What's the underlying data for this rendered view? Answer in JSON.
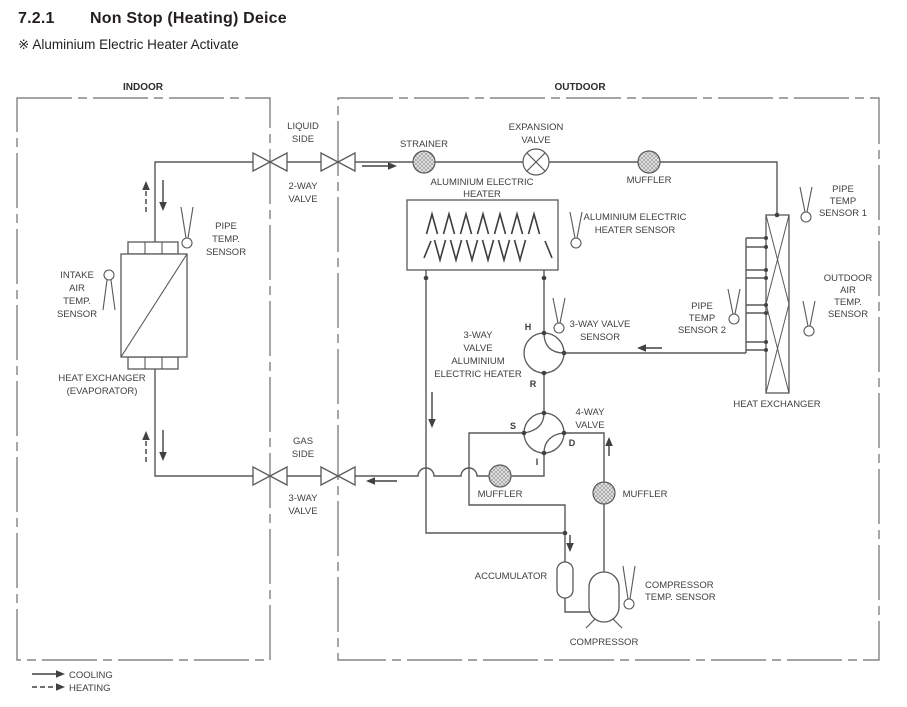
{
  "page": {
    "title_number": "7.2.1",
    "title": "Non Stop (Heating) Deice",
    "subtitle": "※ Aluminium Electric Heater Activate"
  },
  "sections": {
    "indoor": "INDOOR",
    "outdoor": "OUTDOOR"
  },
  "labels": {
    "liquid_side": [
      "LIQUID",
      "SIDE"
    ],
    "two_way_valve": [
      "2-WAY",
      "VALVE"
    ],
    "gas_side": [
      "GAS",
      "SIDE"
    ],
    "three_way_valve": [
      "3-WAY",
      "VALVE"
    ],
    "strainer": "STRAINER",
    "expansion_valve": [
      "EXPANSION",
      "VALVE"
    ],
    "muffler": "MUFFLER",
    "aluminium_electric_heater": [
      "ALUMINIUM ELECTRIC",
      "HEATER"
    ],
    "aluminium_electric_heater_sensor": [
      "ALUMINIUM ELECTRIC",
      "HEATER SENSOR"
    ],
    "pipe_temp_sensor_indoor": [
      "PIPE",
      "TEMP.",
      "SENSOR"
    ],
    "intake_air_temp_sensor": [
      "INTAKE",
      "AIR",
      "TEMP.",
      "SENSOR"
    ],
    "heat_exchanger_evaporator": [
      "HEAT EXCHANGER",
      "(EVAPORATOR)"
    ],
    "pipe_temp_sensor_1": [
      "PIPE",
      "TEMP",
      "SENSOR 1"
    ],
    "pipe_temp_sensor_2": [
      "PIPE",
      "TEMP",
      "SENSOR 2"
    ],
    "outdoor_air_temp_sensor": [
      "OUTDOOR",
      "AIR",
      "TEMP.",
      "SENSOR"
    ],
    "heat_exchanger_outdoor": "HEAT EXCHANGER",
    "three_way_valve_sensor": [
      "3-WAY VALVE",
      "SENSOR"
    ],
    "three_way_valve_heater": [
      "3-WAY",
      "VALVE",
      "ALUMINIUM",
      "ELECTRIC HEATER"
    ],
    "four_way_valve": [
      "4-WAY",
      "VALVE"
    ],
    "accumulator": "ACCUMULATOR",
    "compressor": "COMPRESSOR",
    "compressor_temp_sensor": [
      "COMPRESSOR",
      "TEMP. SENSOR"
    ],
    "ports": {
      "h": "H",
      "r": "R",
      "s": "S",
      "d": "D",
      "i": "I"
    }
  },
  "legend": {
    "cooling": "COOLING",
    "heating": "HEATING"
  },
  "colors": {
    "line": "#58595b",
    "text": "#414042",
    "title": "#231f20",
    "hatch_bg": "#e9e9ea"
  }
}
